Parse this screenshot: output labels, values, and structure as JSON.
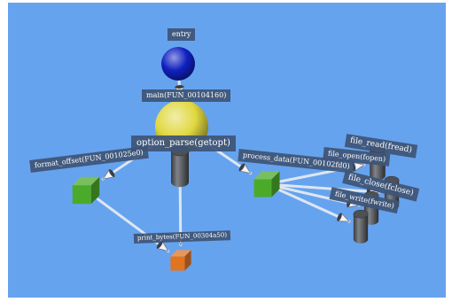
{
  "graph": {
    "nodes": [
      {
        "id": "entry",
        "label": "entry",
        "shape": "sphere",
        "color": "#1020c0"
      },
      {
        "id": "option_parse",
        "label": "option_parse(getopt)",
        "shape": "sphere",
        "color": "#e0d840"
      },
      {
        "id": "format_offset",
        "label": "format_offset(FUN_001025e0)",
        "shape": "cube",
        "color": "#4caa2a"
      },
      {
        "id": "process_data",
        "label": "process_data(FUN_00102fd0)",
        "shape": "cube",
        "color": "#4caa2a"
      },
      {
        "id": "print_bytes",
        "label": "print_bytes(FUN_00304a50)",
        "shape": "cube",
        "color": "#e07420"
      },
      {
        "id": "library_call",
        "label": "",
        "shape": "cylinder",
        "color": "#555a60"
      },
      {
        "id": "file_read",
        "label": "file_read(fread)",
        "shape": "cylinder",
        "color": "#555a60"
      },
      {
        "id": "file_open",
        "label": "file_open(fopen)",
        "shape": "cylinder",
        "color": "#555a60"
      },
      {
        "id": "file_close",
        "label": "file_close(fclose)",
        "shape": "cylinder",
        "color": "#555a60"
      },
      {
        "id": "file_write",
        "label": "file_write(fwrite)",
        "shape": "cylinder",
        "color": "#555a60"
      }
    ],
    "edges": [
      {
        "from": "entry",
        "to": "option_parse",
        "label": "main(FUN_00104160)"
      },
      {
        "from": "option_parse",
        "to": "format_offset",
        "label": ""
      },
      {
        "from": "option_parse",
        "to": "process_data",
        "label": ""
      },
      {
        "from": "option_parse",
        "to": "library_call",
        "label": ""
      },
      {
        "from": "format_offset",
        "to": "print_bytes",
        "label": ""
      },
      {
        "from": "library_call",
        "to": "print_bytes",
        "label": ""
      },
      {
        "from": "process_data",
        "to": "file_read",
        "label": ""
      },
      {
        "from": "process_data",
        "to": "file_open",
        "label": ""
      },
      {
        "from": "process_data",
        "to": "file_close",
        "label": ""
      },
      {
        "from": "process_data",
        "to": "file_write",
        "label": ""
      }
    ]
  },
  "colors": {
    "background": "#66a3ef",
    "label_background": "#3e5476",
    "label_text": "#ffffff",
    "edge": "#dde6f0"
  }
}
